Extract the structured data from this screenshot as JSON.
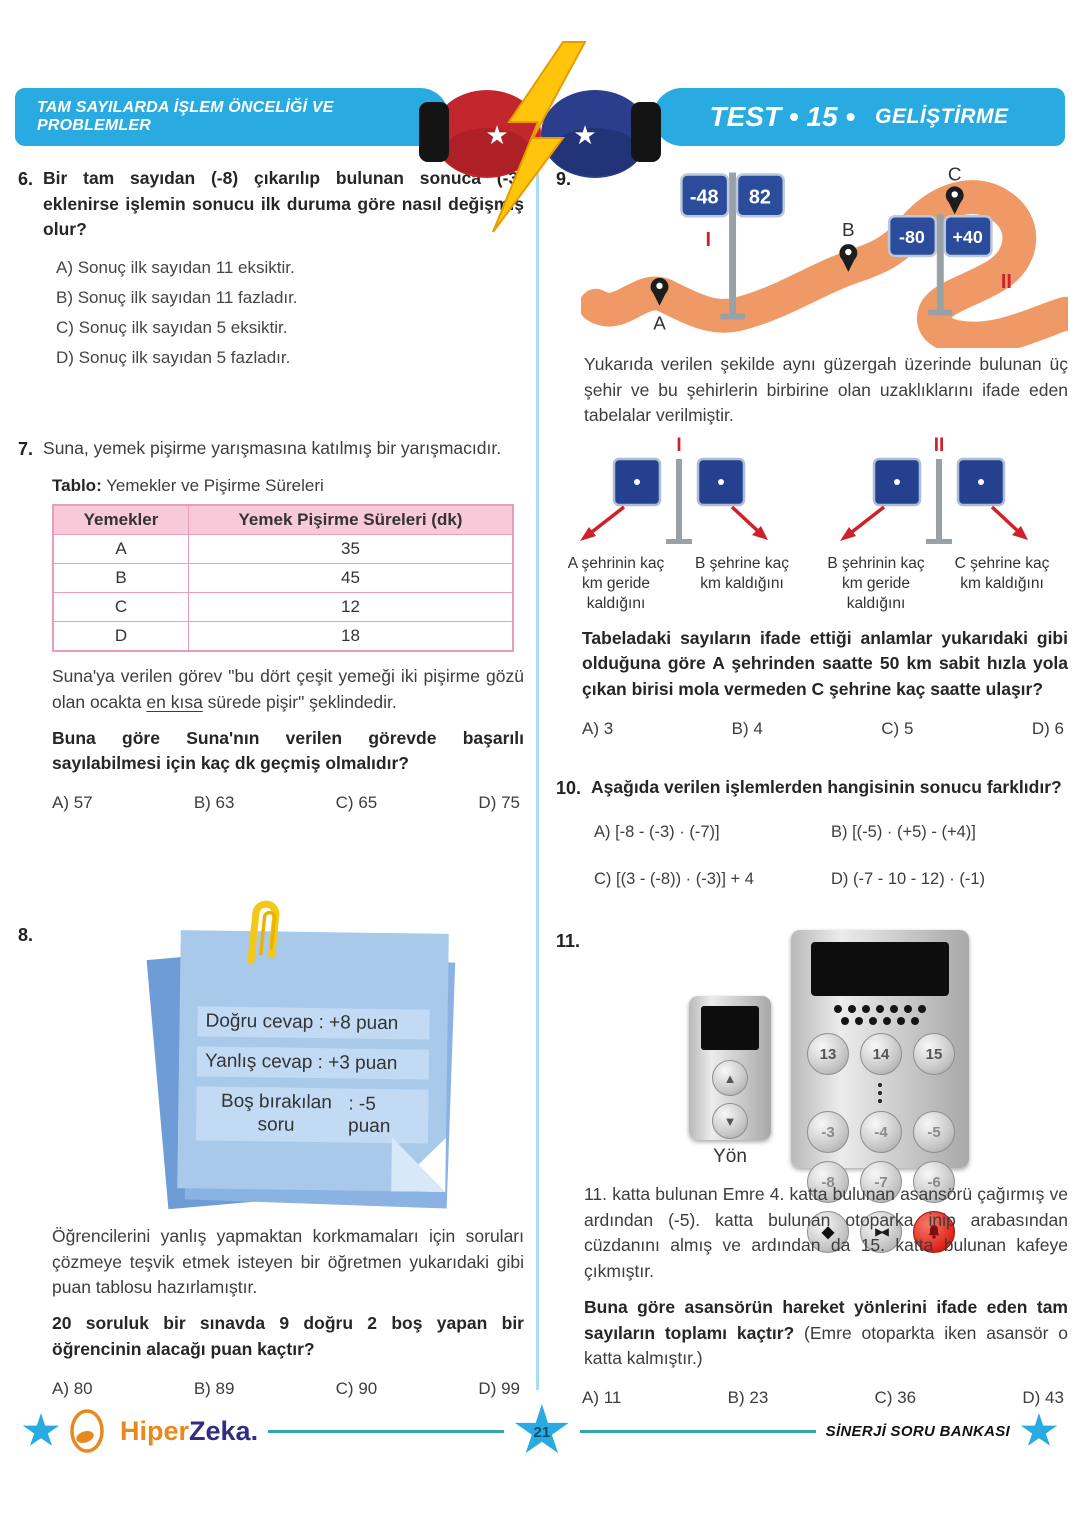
{
  "header": {
    "left_title": "TAM SAYILARDA İŞLEM ÖNCELİĞİ VE PROBLEMLER",
    "right_title": "TEST • 15 •",
    "right_subtitle": "GELİŞTİRME"
  },
  "colors": {
    "accent_blue": "#29ABE2",
    "sign_navy": "#2B4C9B",
    "road_orange": "#EF9A66",
    "table_pink": "#F8C9D8",
    "red_accent": "#C8252C",
    "note_blue": "#A9C9EA",
    "teal_line": "#33A6A6",
    "brand_orange": "#E8891D",
    "brand_navy": "#312E82"
  },
  "questions": {
    "q6": {
      "number": "6.",
      "text": "Bir tam sayıdan (-8) çıkarılıp bulunan sonuca (-3) eklenirse işlemin sonucu ilk duruma göre nasıl değişmiş olur?",
      "options": [
        "A)  Sonuç ilk sayıdan 11 eksiktir.",
        "B)  Sonuç ilk sayıdan 11 fazladır.",
        "C)  Sonuç ilk sayıdan 5 eksiktir.",
        "D)  Sonuç ilk sayıdan 5 fazladır."
      ]
    },
    "q7": {
      "number": "7.",
      "intro": "Suna, yemek pişirme yarışmasına katılmış bir yarışmacıdır.",
      "table_label": "Tablo:",
      "table_title": " Yemekler ve Pişirme Süreleri",
      "table": {
        "headers": [
          "Yemekler",
          "Yemek Pişirme Süreleri (dk)"
        ],
        "rows": [
          [
            "A",
            "35"
          ],
          [
            "B",
            "45"
          ],
          [
            "C",
            "12"
          ],
          [
            "D",
            "18"
          ]
        ]
      },
      "after_pre": "Suna'ya verilen görev \"bu dört çeşit yemeği iki pişirme gözü olan ocakta ",
      "after_underline": "en kısa",
      "after_post": " sürede pişir\" şeklindedir.",
      "bold_question": "Buna göre Suna'nın verilen görevde başarılı sayılabilmesi için kaç dk geçmiş olmalıdır?",
      "options": [
        "A) 57",
        "B) 63",
        "C) 65",
        "D) 75"
      ]
    },
    "q8": {
      "number": "8.",
      "note_line1": "Doğru cevap : +8 puan",
      "note_line2": "Yanlış cevap : +3 puan",
      "note_line3_label": "Boş bırakılan soru",
      "note_line3_value": ": -5 puan",
      "paragraph": "Öğrencilerini yanlış yapmaktan korkmamaları için soruları çözmeye teşvik etmek isteyen bir öğretmen yukarıdaki gibi puan tablosu hazırlamıştır.",
      "bold_question": "20 soruluk bir sınavda 9 doğru 2 boş yapan bir öğrencinin alacağı puan kaçtır?",
      "options": [
        "A) 80",
        "B) 89",
        "C) 90",
        "D) 99"
      ]
    },
    "q9": {
      "number": "9.",
      "sign1": [
        "-48",
        "82"
      ],
      "sign2": [
        "-80",
        "+40"
      ],
      "roman1": "I",
      "roman2": "II",
      "cities": [
        "A",
        "B",
        "C"
      ],
      "paragraph": "Yukarıda verilen şekilde aynı güzergah üzerinde bulunan üç şehir ve bu şehirlerin birbirine olan uzaklıklarını ifade eden tabelalar verilmiştir.",
      "legend": {
        "left1": "A şehrinin kaç km geride kaldığını",
        "left2": "B şehrine kaç km kaldığını",
        "right1": "B şehrinin kaç km geride kaldığını",
        "right2": "C şehrine kaç km kaldığını"
      },
      "bold_question": "Tabeladaki sayıların ifade ettiği anlamlar yukarıdaki gibi olduğuna göre A şehrinden saatte 50 km sabit hızla yola çıkan birisi mola vermeden C şehrine kaç saatte ulaşır?",
      "options": [
        "A) 3",
        "B) 4",
        "C) 5",
        "D) 6"
      ]
    },
    "q10": {
      "number": "10.",
      "bold_question": "Aşağıda verilen işlemlerden hangisinin sonucu farklıdır?",
      "options": [
        "A) [-8 - (-3) · (-7)]",
        "B) [(-5) · (+5) - (+4)]",
        "C) [(3 - (-8)) · (-3)] + 4",
        "D) (-7 - 10 - 12) · (-1)"
      ]
    },
    "q11": {
      "number": "11.",
      "panel_label": "Yön",
      "up_icon": "▲",
      "down_icon": "▼",
      "keypad": [
        [
          "13",
          "14",
          "15"
        ],
        [
          "-3",
          "-4",
          "-5"
        ],
        [
          "-8",
          "-7",
          "-6"
        ]
      ],
      "close_doors_icon": "◆",
      "open_doors_icon": "▶◀",
      "paragraph": "11. katta bulunan Emre 4. katta bulunan asansörü çağırmış ve ardından (-5). katta bulunan otoparka inip arabasından cüzdanını almış ve ardından da 15. katta bulunan kafeye çıkmıştır.",
      "bold_question": "Buna göre asansörün hareket yönlerini ifade eden tam sayıların toplamı kaçtır?",
      "note": " (Emre otoparkta iken asansör o katta kalmıştır.)",
      "options": [
        "A) 11",
        "B) 23",
        "C) 36",
        "D) 43"
      ]
    }
  },
  "footer": {
    "brand_first": "Hiper",
    "brand_second": "Zeka.",
    "page_number": "21",
    "right_text": "SİNERJİ SORU BANKASI"
  }
}
